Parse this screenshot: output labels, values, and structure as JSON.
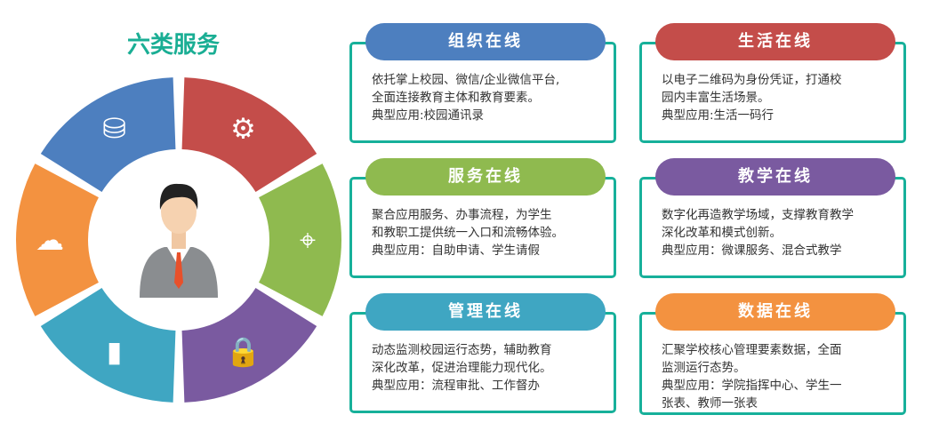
{
  "title": "六类服务",
  "colors": {
    "accent": "#1aae94",
    "blue": "#4d7fbf",
    "red": "#c44d4a",
    "green": "#8fba4f",
    "purple": "#7a5aa0",
    "teal": "#3fa6c2",
    "orange": "#f39240"
  },
  "ring_icons": [
    "coins-icon",
    "gear-icon",
    "location-pin-icon",
    "lock-icon",
    "bar-chart-icon",
    "cloud-wifi-icon"
  ],
  "cards": [
    {
      "title": "组织在线",
      "lines": [
        "依托掌上校园、微信/企业微信平台,",
        "全面连接教育主体和教育要素。",
        "典型应用:校园通讯录"
      ]
    },
    {
      "title": "生活在线",
      "lines": [
        "以电子二维码为身份凭证，打通校",
        "园内丰富生活场景。",
        "典型应用:生活一码行"
      ]
    },
    {
      "title": "服务在线",
      "lines": [
        "聚合应用服务、办事流程，为学生",
        "和教职工提供统一入口和流畅体验。",
        "典型应用：自助申请、学生请假"
      ]
    },
    {
      "title": "教学在线",
      "lines": [
        "数字化再造教学场域，支撑教育教学",
        "深化改革和模式创新。",
        "典型应用：微课服务、混合式教学"
      ]
    },
    {
      "title": "管理在线",
      "lines": [
        "动态监测校园运行态势，辅助教育",
        "深化改革，促进治理能力现代化。",
        "典型应用：流程审批、工作督办"
      ]
    },
    {
      "title": "数据在线",
      "lines": [
        "汇聚学校核心管理要素数据，全面",
        "监测运行态势。",
        "典型应用：学院指挥中心、学生一",
        "张表、教师一张表"
      ]
    }
  ]
}
